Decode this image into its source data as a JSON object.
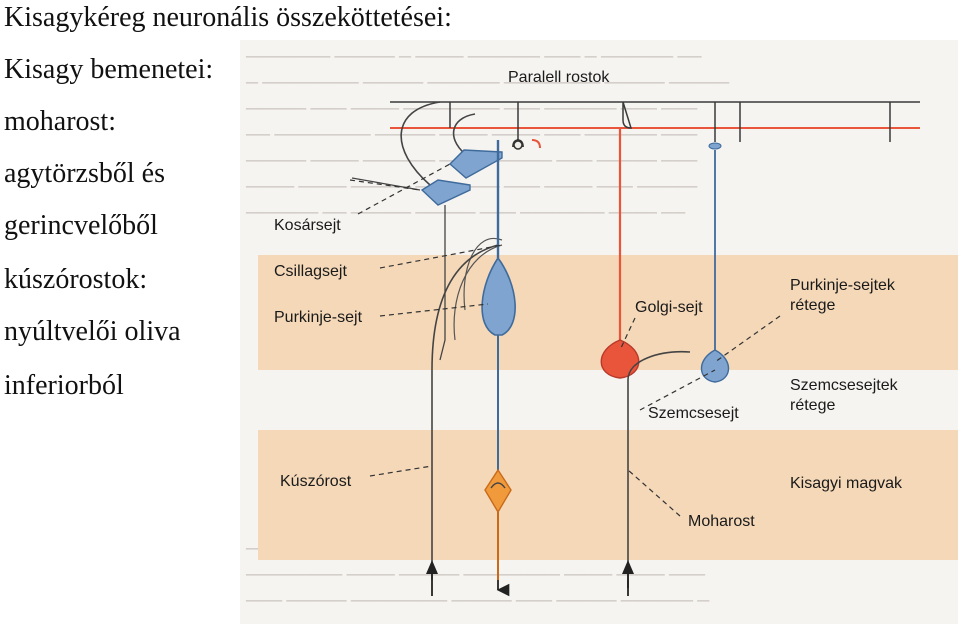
{
  "left_text": {
    "title": "Kisagykéreg neuronális összeköttetései:",
    "line1": "Kisagy bemenetei:",
    "line2": "moharost:",
    "line3": "agytörzsből és",
    "line4": "gerincvelőből",
    "line5": "kúszórostok:",
    "line6": "nyúltvelői oliva",
    "line7": "inferiorból"
  },
  "diagram": {
    "labels": {
      "parallel_fibers": "Paralell rostok",
      "basket_cell": "Kosársejt",
      "stellate_cell": "Csillagsejt",
      "purkinje_cell": "Purkinje-sejt",
      "golgi_cell": "Golgi-sejt",
      "purkinje_layer_line1": "Purkinje-sejtek",
      "purkinje_layer_line2": "rétege",
      "granule_cell": "Szemcsesejt",
      "granular_layer_line1": "Szemcsesejtek",
      "granular_layer_line2": "rétege",
      "climbing_fiber": "Kúszórost",
      "cerebellar_nuclei": "Kisagyi magvak",
      "mossy_fiber": "Moharost"
    },
    "colors": {
      "band": "#f4d8b8",
      "neuron_blue": "#7fa4cf",
      "neuron_blue_edge": "#3f6b9c",
      "golgi_red": "#e8553b",
      "nucleus_orange": "#f19a3b",
      "fiber_gray": "#444444"
    }
  }
}
